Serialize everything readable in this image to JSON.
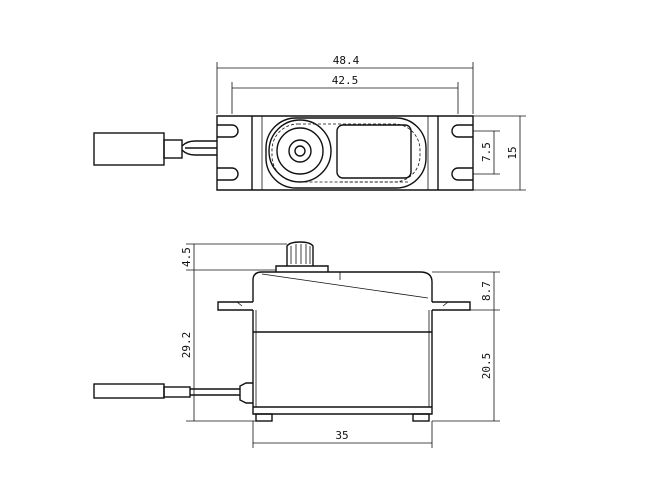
{
  "dimensions": {
    "top_width_outer": "48.4",
    "top_width_inner": "42.5",
    "top_hole_spacing": "7.5",
    "top_depth": "15",
    "side_spline_height": "4.5",
    "side_upper_height": "8.7",
    "side_total_height": "29.2",
    "side_lower_height": "20.5",
    "side_body_width": "35"
  }
}
